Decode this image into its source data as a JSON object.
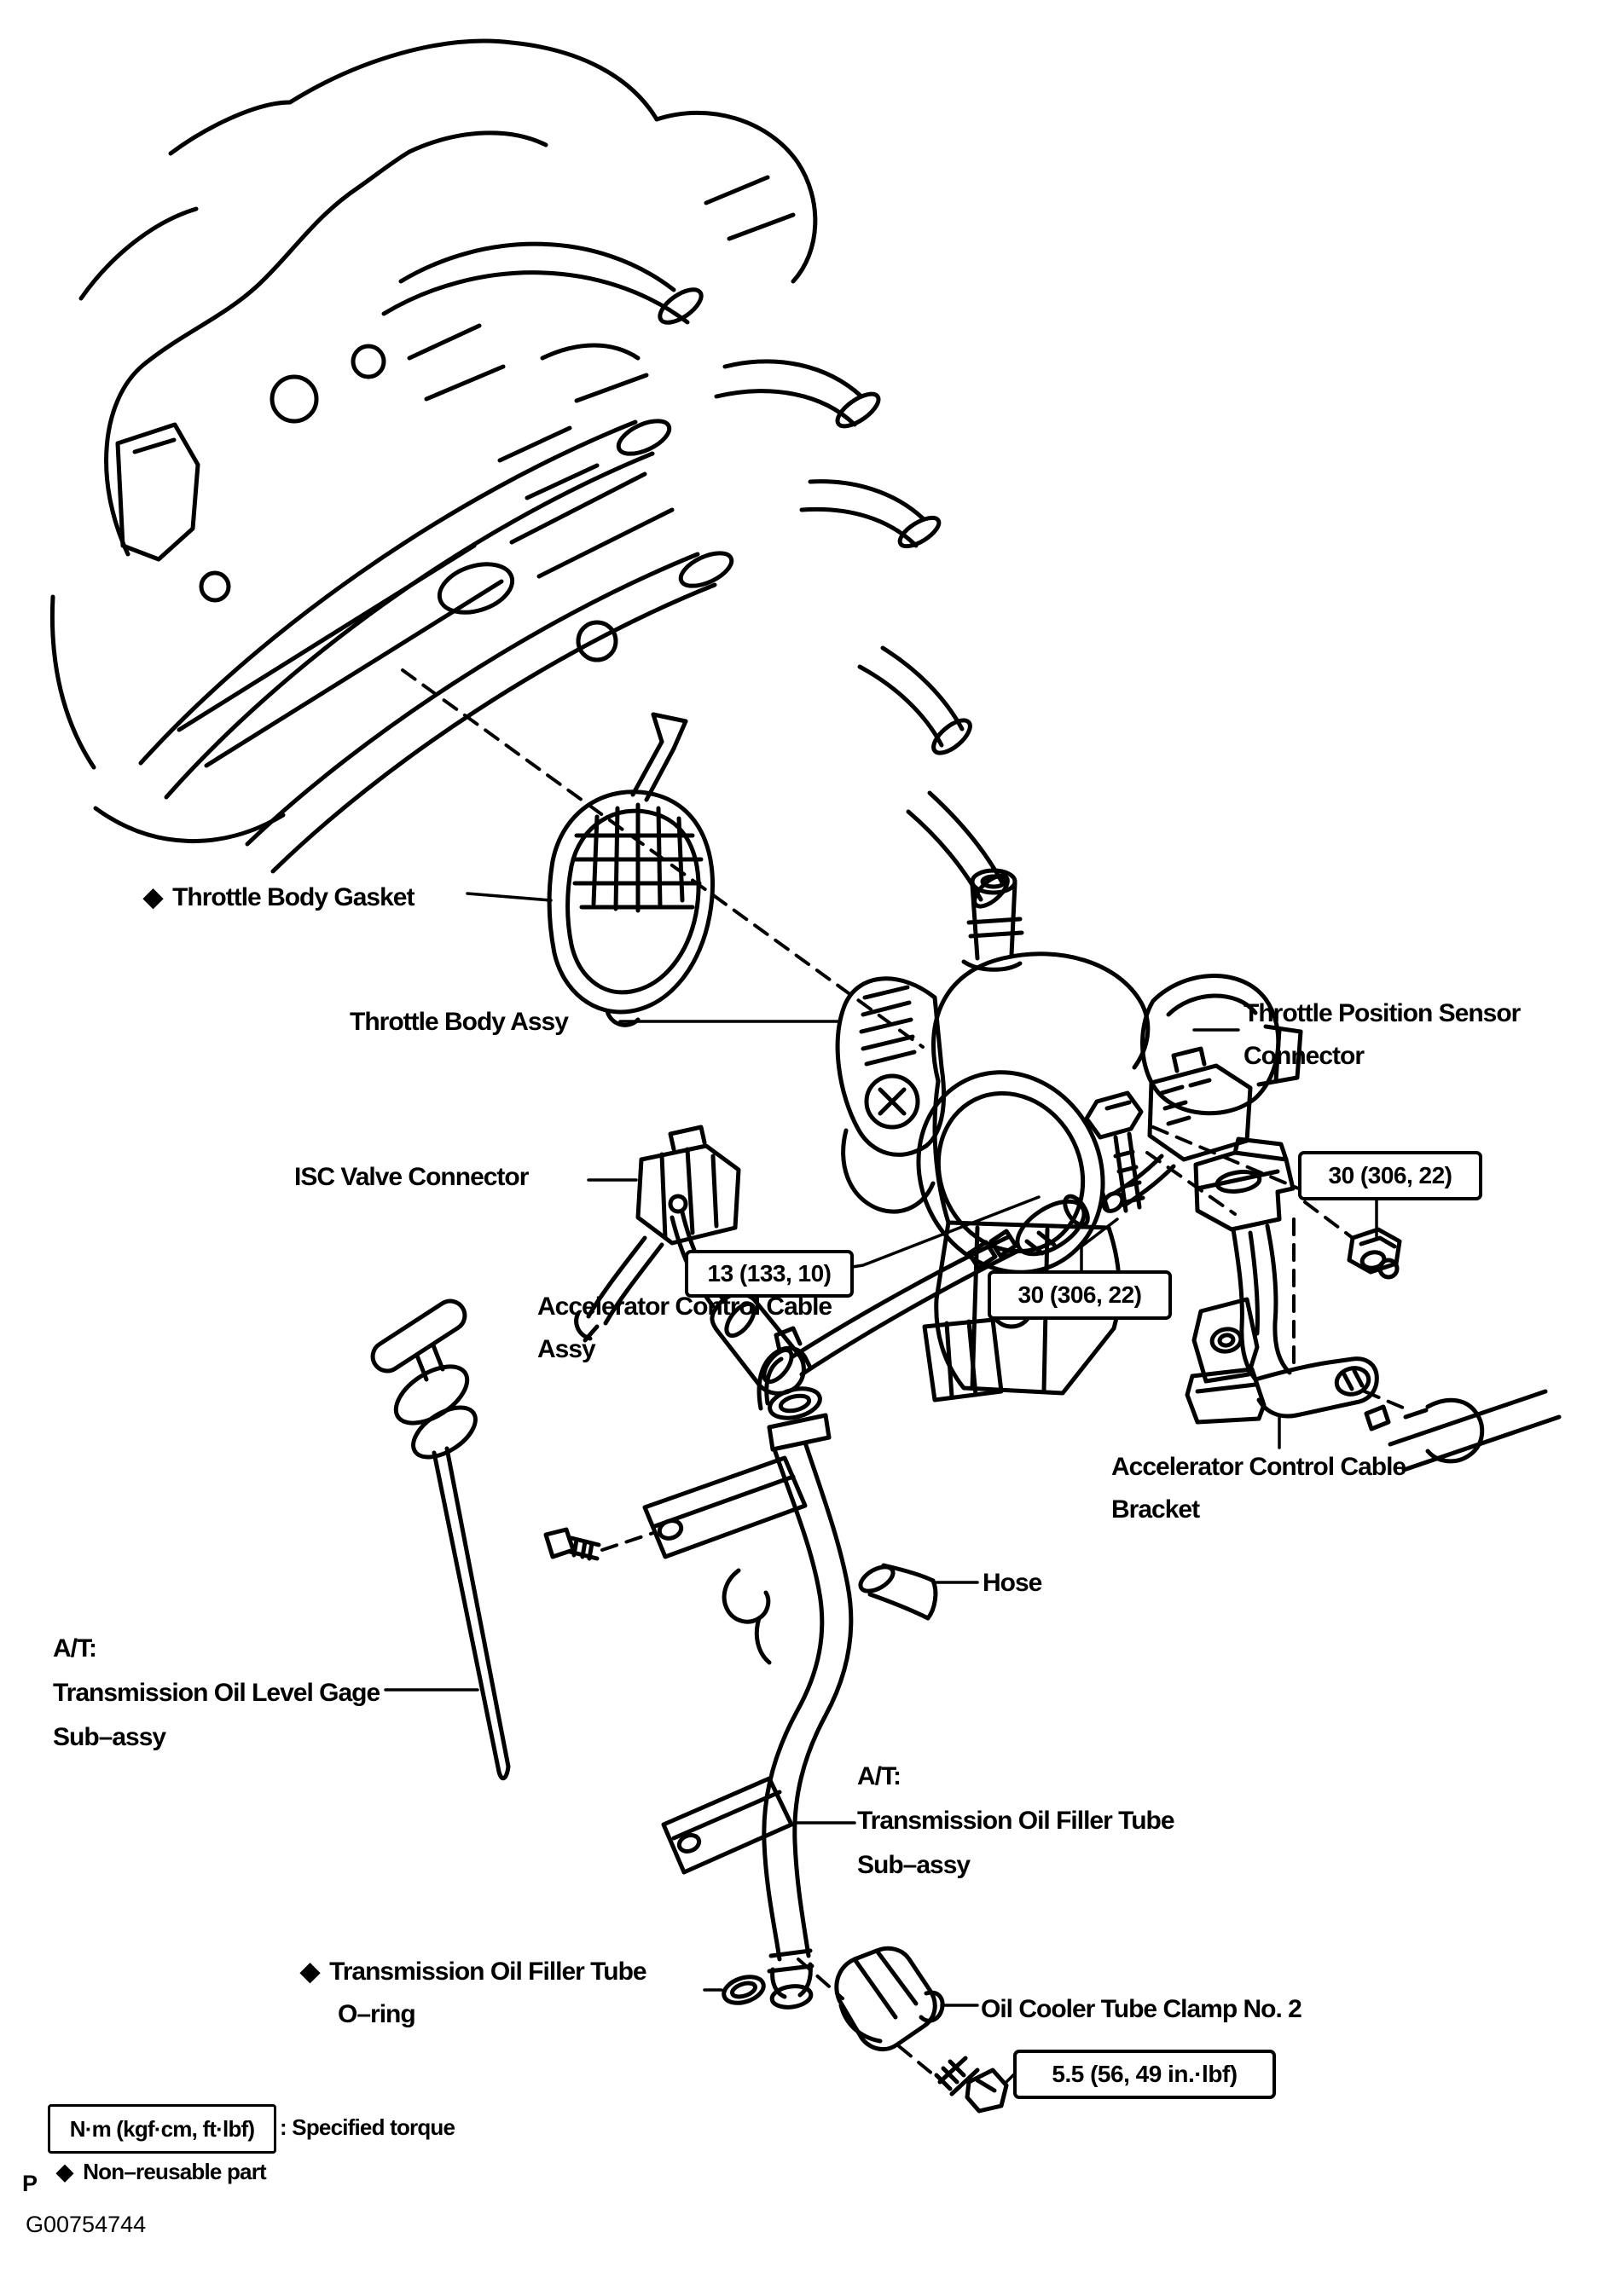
{
  "figure": {
    "code": "G00754744",
    "page_marker": "P"
  },
  "symbols": {
    "diamond": "◆"
  },
  "parts": {
    "throttle_body_gasket": "Throttle Body Gasket",
    "throttle_body_assy": "Throttle Body Assy",
    "tps_connector_l1": "Throttle Position Sensor",
    "tps_connector_l2": "Connector",
    "isc_valve_connector": "ISC Valve Connector",
    "accel_cable_l1": "Accelerator Control Cable",
    "accel_cable_l2": "Assy",
    "accel_bracket_l1": "Accelerator Control Cable",
    "accel_bracket_l2": "Bracket",
    "hose": "Hose",
    "at_label": "A/T:",
    "oil_level_gage_l1": "Transmission Oil Level Gage",
    "oil_level_gage_l2": "Sub–assy",
    "oil_filler_tube_l1": "Transmission Oil Filler Tube",
    "oil_filler_tube_l2": "Sub–assy",
    "oring_l1": "Transmission Oil Filler Tube",
    "oring_l2": "O–ring",
    "oil_cooler_clamp": "Oil Cooler Tube Clamp No. 2"
  },
  "torques": {
    "accel_cable_locknut": "13 (133, 10)",
    "bracket_bolt": "30 (306, 22)",
    "bracket_nut": "30 (306, 22)",
    "clamp_bolt": "5.5 (56, 49 in.·lbf)"
  },
  "legend": {
    "units_box": "N·m (kgf·cm, ft·lbf)",
    "units_caption": ": Specified torque",
    "non_reusable": "Non–reusable part"
  }
}
